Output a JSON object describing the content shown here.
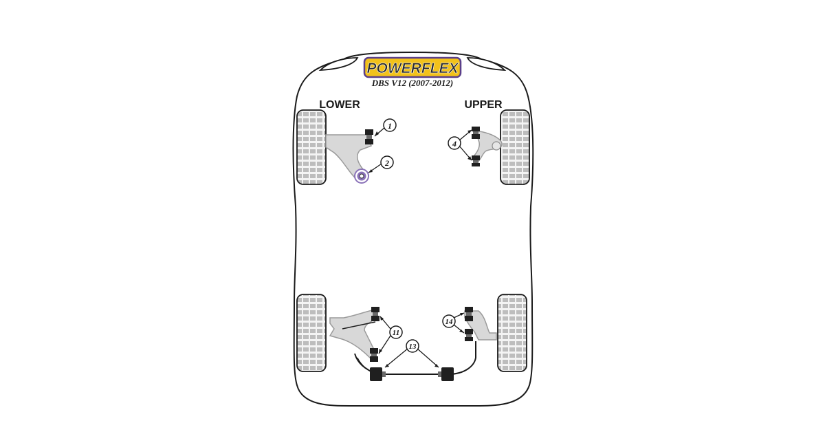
{
  "logo": {
    "brand": "POWERFLEX",
    "model": "DBS V12 (2007-2012)"
  },
  "sections": {
    "lower": "LOWER",
    "upper": "UPPER"
  },
  "callouts": {
    "c1": "1",
    "c2": "2",
    "c4": "4",
    "c11": "11",
    "c13": "13",
    "c14": "14"
  },
  "colors": {
    "outline": "#1a1a1a",
    "tyre": "#c8c8c8",
    "arm": "#d8d8d8",
    "bush": "#1f1f1f",
    "logo_yellow": "#f2c21b",
    "logo_purple": "#5a3f8a",
    "highlight_purple": "#8a72b8"
  }
}
